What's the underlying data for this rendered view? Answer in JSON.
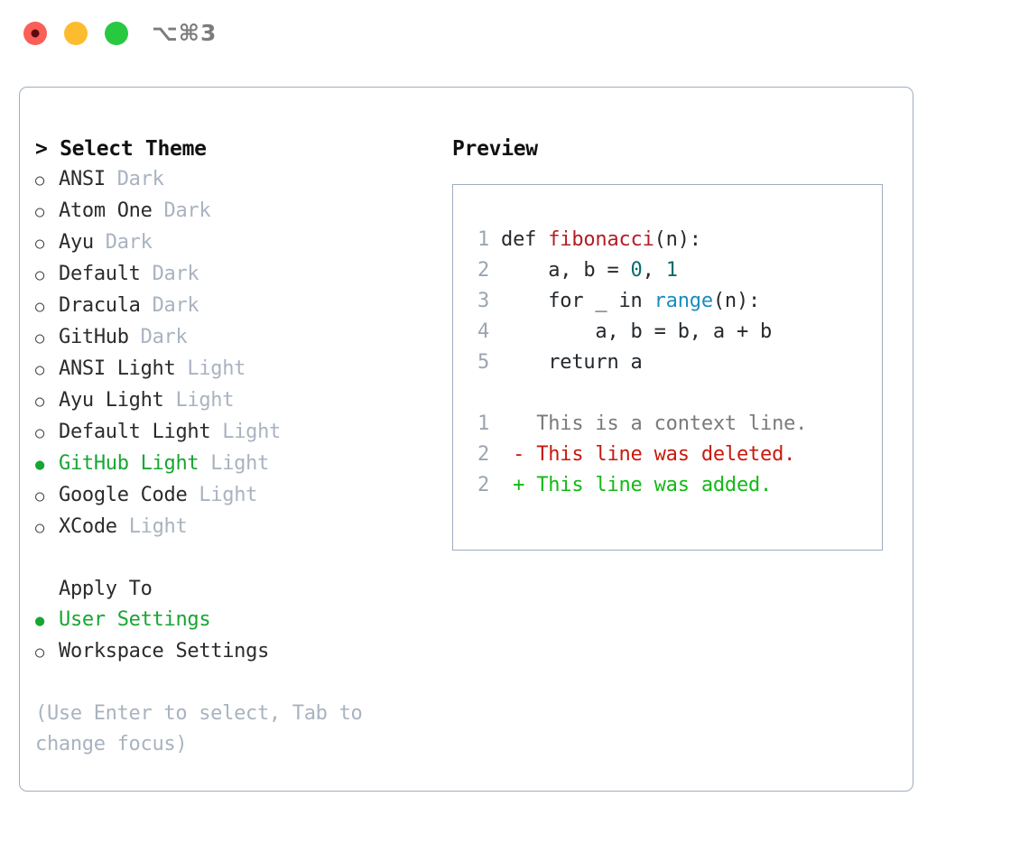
{
  "titlebar": {
    "traffic_lights": [
      "close",
      "minimize",
      "maximize"
    ],
    "shortcut": "⌥⌘3"
  },
  "theme_picker": {
    "heading": "> Select Theme",
    "items": [
      {
        "name": "ANSI",
        "tag": "Dark",
        "selected": false
      },
      {
        "name": "Atom One",
        "tag": "Dark",
        "selected": false
      },
      {
        "name": "Ayu",
        "tag": "Dark",
        "selected": false
      },
      {
        "name": "Default",
        "tag": "Dark",
        "selected": false
      },
      {
        "name": "Dracula",
        "tag": "Dark",
        "selected": false
      },
      {
        "name": "GitHub",
        "tag": "Dark",
        "selected": false
      },
      {
        "name": "ANSI Light",
        "tag": "Light",
        "selected": false
      },
      {
        "name": "Ayu Light",
        "tag": "Light",
        "selected": false
      },
      {
        "name": "Default Light",
        "tag": "Light",
        "selected": false
      },
      {
        "name": "GitHub Light",
        "tag": "Light",
        "selected": true
      },
      {
        "name": "Google Code",
        "tag": "Light",
        "selected": false
      },
      {
        "name": "XCode",
        "tag": "Light",
        "selected": false
      }
    ]
  },
  "apply_to": {
    "heading": "Apply To",
    "options": [
      {
        "label": "User Settings",
        "selected": true
      },
      {
        "label": "Workspace Settings",
        "selected": false
      }
    ]
  },
  "hint": "(Use Enter to select, Tab to change focus)",
  "preview": {
    "heading": "Preview",
    "code_lines": [
      {
        "num": "1",
        "segments": [
          {
            "text": "def ",
            "type": "plain"
          },
          {
            "text": "fibonacci",
            "type": "fn"
          },
          {
            "text": "(n):",
            "type": "plain"
          }
        ]
      },
      {
        "num": "2",
        "segments": [
          {
            "text": "    a, b = ",
            "type": "plain"
          },
          {
            "text": "0",
            "type": "num"
          },
          {
            "text": ", ",
            "type": "plain"
          },
          {
            "text": "1",
            "type": "num"
          }
        ]
      },
      {
        "num": "3",
        "segments": [
          {
            "text": "    for _ in ",
            "type": "plain"
          },
          {
            "text": "range",
            "type": "call"
          },
          {
            "text": "(n):",
            "type": "plain"
          }
        ]
      },
      {
        "num": "4",
        "segments": [
          {
            "text": "        a, b = b, a + b",
            "type": "plain"
          }
        ]
      },
      {
        "num": "5",
        "segments": [
          {
            "text": "    return a",
            "type": "plain"
          }
        ]
      }
    ],
    "diff_lines": [
      {
        "num": "1",
        "marker": "  ",
        "text": "This is a context line.",
        "type": "context"
      },
      {
        "num": "2",
        "marker": "- ",
        "text": "This line was deleted.",
        "type": "deleted"
      },
      {
        "num": "2",
        "marker": "+ ",
        "text": "This line was added.",
        "type": "added"
      }
    ]
  },
  "colors": {
    "selected_green": "#17a632",
    "tag_gray": "#a9b3c0",
    "border": "#9fadbf",
    "fn_red": "#b31d28",
    "num_teal": "#086b6b",
    "call_blue": "#1a8cbf",
    "diff_deleted": "#c9190b",
    "diff_added": "#14b817",
    "diff_context": "#7a7a7a"
  }
}
